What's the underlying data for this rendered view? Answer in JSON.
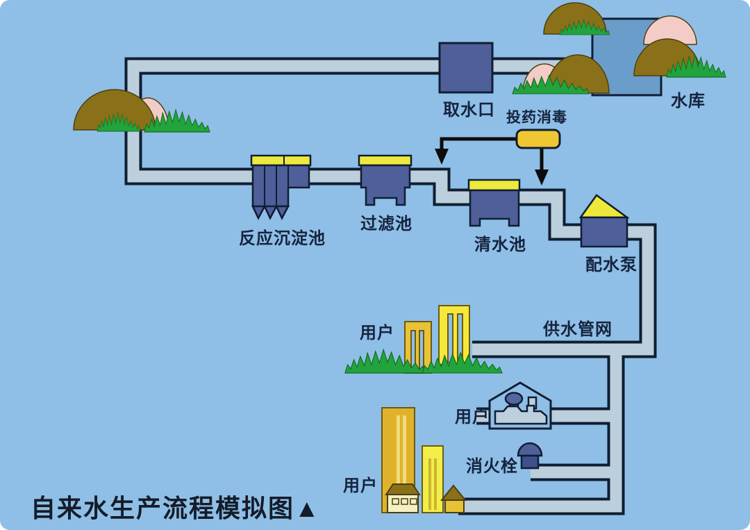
{
  "title": "自来水生产流程模拟图▲",
  "labels": {
    "reservoir": "水库",
    "intake": "取水口",
    "dosing": "投药消毒",
    "sedimentation": "反应沉淀池",
    "filter": "过滤池",
    "clear_tank": "清水池",
    "pump": "配水泵",
    "network": "供水管网",
    "user_buildings": "用户",
    "user_house": "用户",
    "hydrant": "消火栓",
    "user_towers": "用户"
  },
  "colors": {
    "background": "#8fbfe6",
    "pipe_fill": "#bccfdc",
    "pipe_outline": "#101d33",
    "tank_blue": "#4e5f99",
    "cap_yellow": "#eeea3d",
    "dosing_gold": "#eec733",
    "reservoir_water": "#6b9dca",
    "mountain_olive": "#8a7119",
    "mountain_pink": "#f4ccc7",
    "bush_green": "#22a33e",
    "building_gold": "#e0b22c",
    "building_yellow": "#f2ee48",
    "label_color": "#16233e"
  }
}
